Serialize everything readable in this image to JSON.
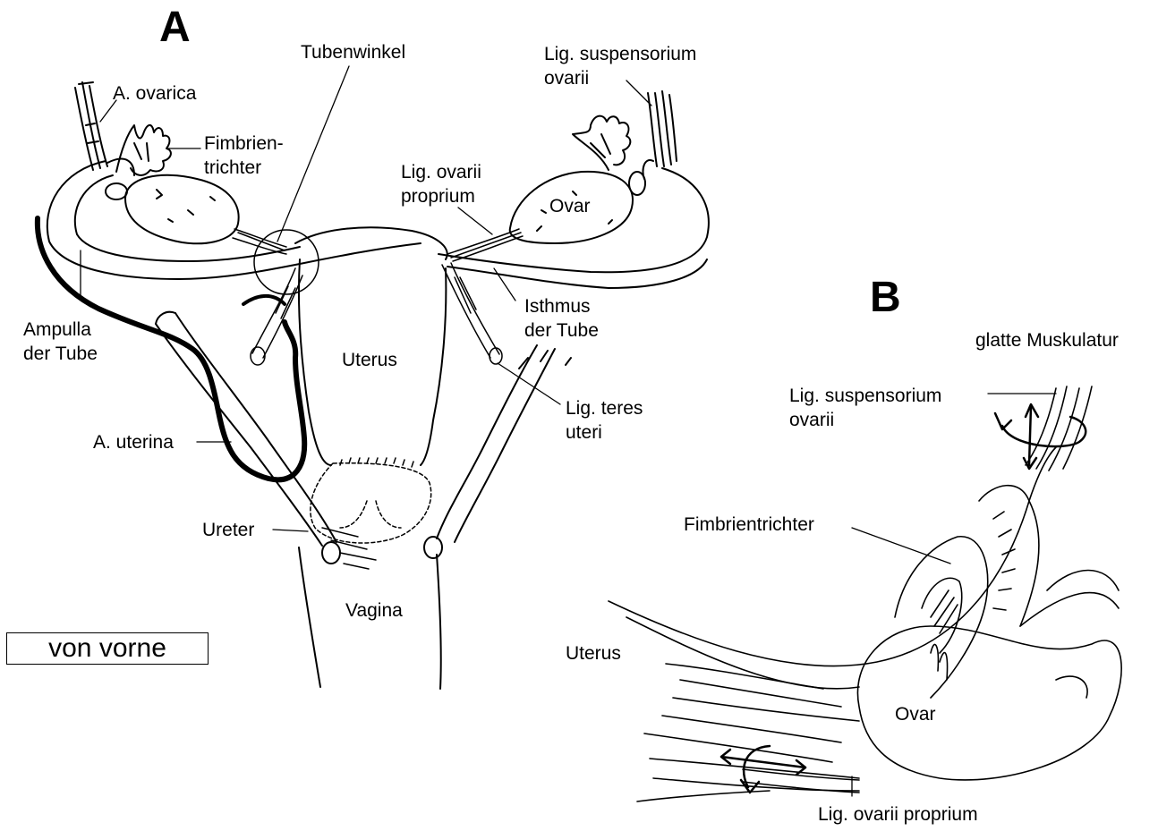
{
  "panels": {
    "a": {
      "letter": "A"
    },
    "b": {
      "letter": "B"
    }
  },
  "view_label": "von vorne",
  "labels_a": {
    "a_ovarica": "A. ovarica",
    "fimbrien_1": "Fimbrien-",
    "fimbrien_2": "trichter",
    "tubenwinkel": "Tubenwinkel",
    "lig_susp_1": "Lig. suspensorium",
    "lig_susp_2": "ovarii",
    "lig_ov_1": "Lig. ovarii",
    "lig_ov_2": "proprium",
    "ovar": "Ovar",
    "ampulla_1": "Ampulla",
    "ampulla_2": "der Tube",
    "isthmus_1": "Isthmus",
    "isthmus_2": "der Tube",
    "uterus": "Uterus",
    "lig_teres_1": "Lig. teres",
    "lig_teres_2": "uteri",
    "a_uterina": "A. uterina",
    "ureter": "Ureter",
    "vagina": "Vagina"
  },
  "labels_b": {
    "glatte": "glatte Muskulatur",
    "lig_susp_1": "Lig. suspensorium",
    "lig_susp_2": "ovarii",
    "fimbrientrichter": "Fimbrientrichter",
    "uterus": "Uterus",
    "ovar": "Ovar",
    "lig_ov": "Lig. ovarii proprium"
  },
  "colors": {
    "ink": "#000000",
    "background": "#ffffff"
  }
}
